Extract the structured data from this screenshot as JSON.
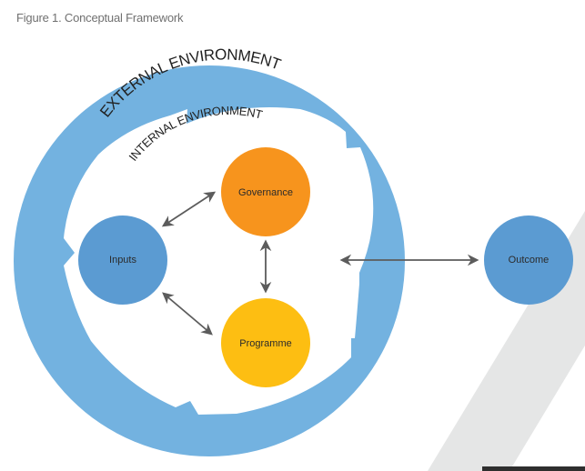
{
  "figure": {
    "title": "Figure 1. Conceptual Framework"
  },
  "environments": {
    "external": {
      "label": "EXTERNAL ENVIRONMENT",
      "color": "#73b2e0"
    },
    "internal": {
      "label": "INTERNAL ENVIRONMENT",
      "color": "#ffffff"
    }
  },
  "nodes": [
    {
      "id": "inputs",
      "label": "Inputs",
      "color": "#5b9bd2"
    },
    {
      "id": "governance",
      "label": "Governance",
      "color": "#f7941d"
    },
    {
      "id": "programme",
      "label": "Programme",
      "color": "#fdbe12"
    },
    {
      "id": "outcome",
      "label": "Outcome",
      "color": "#5b9bd2"
    }
  ],
  "links": [
    {
      "from": "inputs",
      "to": "governance",
      "direction": "both"
    },
    {
      "from": "inputs",
      "to": "programme",
      "direction": "both"
    },
    {
      "from": "governance",
      "to": "programme",
      "direction": "both"
    },
    {
      "from": "internal-environment",
      "to": "outcome",
      "direction": "both"
    }
  ],
  "colors": {
    "arrow": "#5c5c5c",
    "background_band": "#e5e6e6",
    "footer_bar": "#2e2e2e",
    "title_text": "#707070"
  }
}
